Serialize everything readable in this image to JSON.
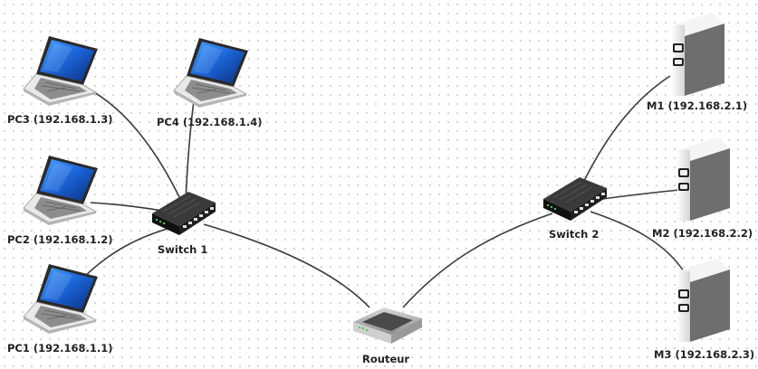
{
  "diagram": {
    "colors": {
      "link": "#3a3a3a",
      "screen": "#1a63d6",
      "switch_body": "#222222",
      "server_body": "#e8e8e8"
    },
    "nodes": {
      "pc3": {
        "label": "PC3 (192.168.1.3)",
        "icon": "laptop-icon"
      },
      "pc4": {
        "label": "PC4 (192.168.1.4)",
        "icon": "laptop-icon"
      },
      "pc2": {
        "label": "PC2 (192.168.1.2)",
        "icon": "laptop-icon"
      },
      "pc1": {
        "label": "PC1 (192.168.1.1)",
        "icon": "laptop-icon"
      },
      "switch1": {
        "label": "Switch 1",
        "icon": "switch-icon"
      },
      "router": {
        "label": "Routeur",
        "icon": "router-icon"
      },
      "switch2": {
        "label": "Switch 2",
        "icon": "switch-icon"
      },
      "m1": {
        "label": "M1 (192.168.2.1)",
        "icon": "server-icon"
      },
      "m2": {
        "label": "M2 (192.168.2.2)",
        "icon": "server-icon"
      },
      "m3": {
        "label": "M3 (192.168.2.3)",
        "icon": "server-icon"
      }
    },
    "links": [
      [
        "pc3",
        "switch1"
      ],
      [
        "pc4",
        "switch1"
      ],
      [
        "pc2",
        "switch1"
      ],
      [
        "pc1",
        "switch1"
      ],
      [
        "switch1",
        "router"
      ],
      [
        "router",
        "switch2"
      ],
      [
        "switch2",
        "m1"
      ],
      [
        "switch2",
        "m2"
      ],
      [
        "switch2",
        "m3"
      ]
    ]
  }
}
